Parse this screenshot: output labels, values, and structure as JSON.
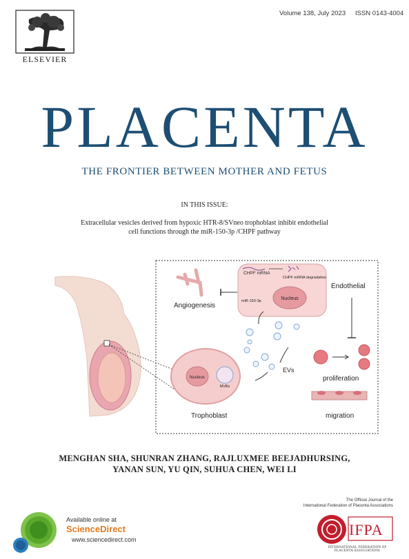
{
  "publisher": {
    "name": "ELSEVIER"
  },
  "header": {
    "volume": "Volume 138,  July 2023",
    "issn": "ISSN 0143-4004"
  },
  "journal": {
    "title": "PLACENTA",
    "subtitle": "THE FRONTIER BETWEEN MOTHER AND FETUS"
  },
  "issue": {
    "heading": "IN THIS ISSUE:",
    "article_line1": "Extracellular vesicles derived from hypoxic HTR-8/SVneo trophoblast inhibit endothelial",
    "article_line2": "cell functions through the miR-150-3p /CHPF pathway"
  },
  "figure": {
    "chpf_mrna": "CHPF mRNA",
    "chpf_degradation": "CHPF mRNA degradation",
    "endothelial": "Endothelial",
    "nucleus_top": "Nucleus",
    "mir": "miR-150-3p",
    "angiogenesis": "Angiogenesis",
    "evs": "EVs",
    "proliferation": "proliferation",
    "migration": "migration",
    "nucleus_bottom": "Nucleus",
    "mvbs": "MVBs",
    "trophoblast": "Trophoblast"
  },
  "authors": {
    "line1": "MENGHAN SHA, SHUNRAN ZHANG, RAJLUXMEE BEEJADHURSING,",
    "line2": "YANAN SUN, YU QIN, SUHUA CHEN, WEI LI"
  },
  "footer": {
    "available": "Available online at",
    "sciencedirect": "ScienceDirect",
    "url": "www.sciencedirect.com",
    "official_line1": "The Official Journal of the",
    "official_line2": "International Federation of Placenta Associations",
    "ifpa": "IFPA",
    "ifpa_full": "INTERNATIONAL FEDERATION OF PLACENTA ASSOCIATIONS"
  },
  "colors": {
    "journal_blue": "#1d4e73",
    "ifpa_red": "#c21e2e",
    "sd_orange": "#e07a1d"
  }
}
